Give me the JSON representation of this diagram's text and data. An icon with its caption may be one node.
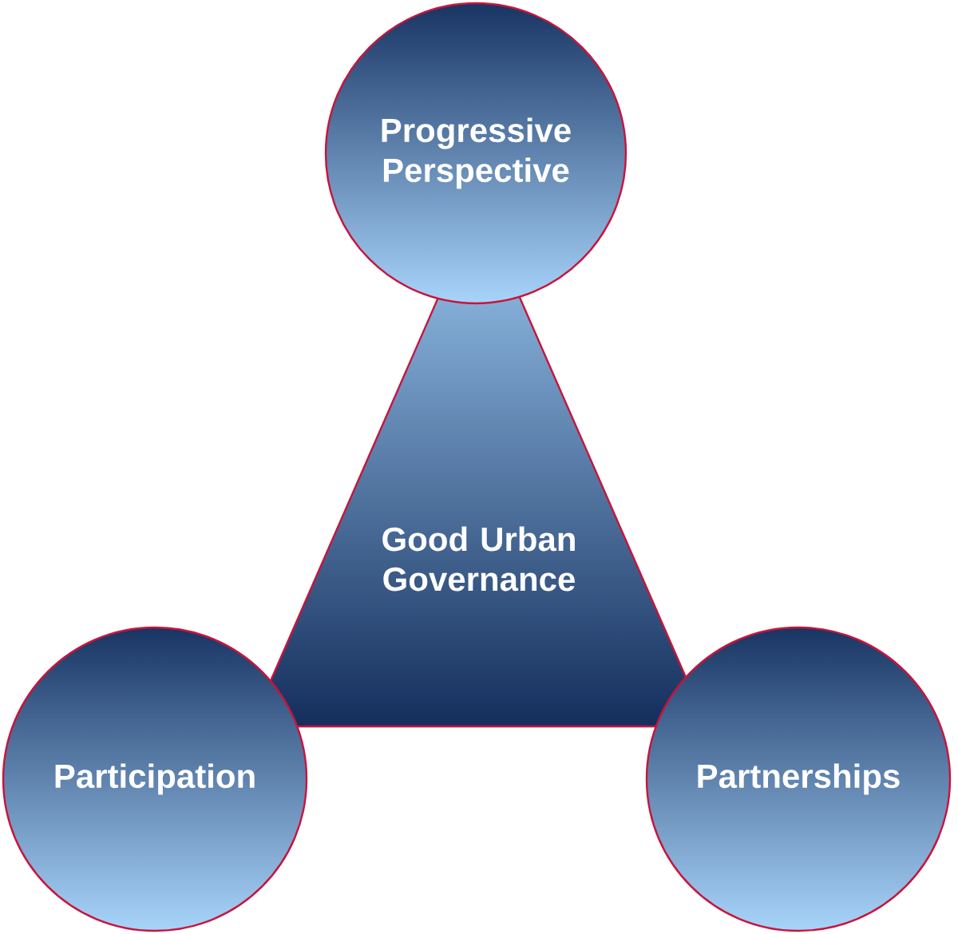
{
  "diagram": {
    "nodes": [
      {
        "text": [
          "Progressive Perspective"
        ]
      },
      {
        "text": [
          "Good Urban Governance"
        ]
      },
      {
        "text": [
          "Participation"
        ]
      },
      {
        "text": [
          "Partnerships"
        ]
      }
    ]
  }
}
